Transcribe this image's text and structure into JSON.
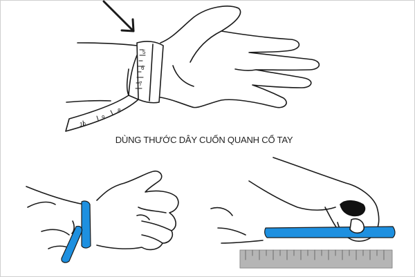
{
  "caption": "DÙNG THƯỚC DÂY CUỐN QUANH CỔ TAY",
  "tape_labels": [
    "5",
    "6",
    "7",
    "8",
    "9",
    "10"
  ],
  "colors": {
    "line": "#1a1a1a",
    "tape_blue": "#1e90e0",
    "ruler_gray": "#b5b5b5",
    "ruler_dark": "#8a8a8a"
  },
  "icons": {
    "arrow": "down-right-arrow-icon"
  }
}
